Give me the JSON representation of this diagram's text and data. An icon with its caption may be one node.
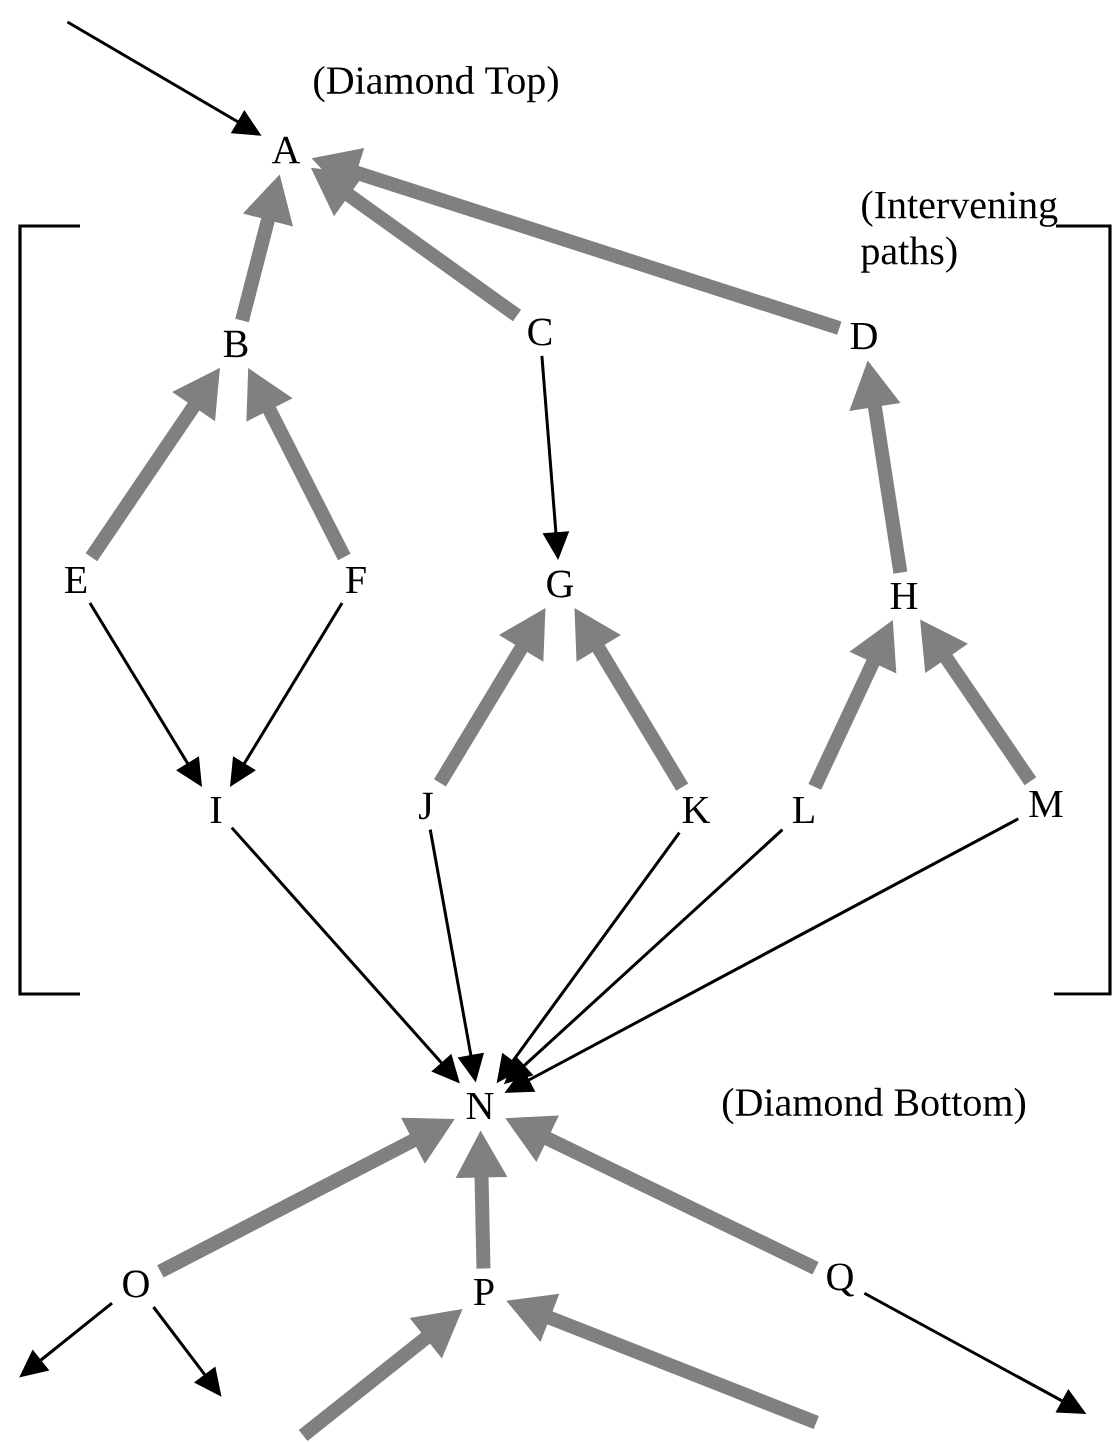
{
  "diagram": {
    "nodes": [
      {
        "text": [
          "A"
        ]
      },
      {
        "text": [
          "B"
        ]
      },
      {
        "text": [
          "C"
        ]
      },
      {
        "text": [
          "D"
        ]
      },
      {
        "text": [
          "E"
        ]
      },
      {
        "text": [
          "F"
        ]
      },
      {
        "text": [
          "G"
        ]
      },
      {
        "text": [
          "H"
        ]
      },
      {
        "text": [
          "I"
        ]
      },
      {
        "text": [
          "J"
        ]
      },
      {
        "text": [
          "K"
        ]
      },
      {
        "text": [
          "L"
        ]
      },
      {
        "text": [
          "M"
        ]
      },
      {
        "text": [
          "N"
        ]
      },
      {
        "text": [
          "O"
        ]
      },
      {
        "text": [
          "P"
        ]
      },
      {
        "text": [
          "Q"
        ]
      }
    ],
    "edges": [
      {
        "from": null,
        "to": 0,
        "arrow": "to",
        "color": "#000000"
      },
      {
        "from": 1,
        "to": 0,
        "arrow": "to"
      },
      {
        "from": 2,
        "to": 0,
        "arrow": "to"
      },
      {
        "from": 3,
        "to": 0,
        "arrow": "to"
      },
      {
        "from": 2,
        "to": 6,
        "arrow": "to",
        "color": "#000000"
      },
      {
        "from": 4,
        "to": 1,
        "arrow": "to"
      },
      {
        "from": 5,
        "to": 1,
        "arrow": "to"
      },
      {
        "from": 7,
        "to": 3,
        "arrow": "to"
      },
      {
        "from": 4,
        "to": 8,
        "arrow": "to",
        "color": "#000000"
      },
      {
        "from": 5,
        "to": 8,
        "arrow": "to",
        "color": "#000000"
      },
      {
        "from": 9,
        "to": 6,
        "arrow": "to"
      },
      {
        "from": 10,
        "to": 6,
        "arrow": "to"
      },
      {
        "from": 11,
        "to": 7,
        "arrow": "to"
      },
      {
        "from": 12,
        "to": 7,
        "arrow": "to"
      },
      {
        "from": 8,
        "to": 13,
        "arrow": "to",
        "color": "#000000"
      },
      {
        "from": 9,
        "to": 13,
        "arrow": "to",
        "color": "#000000"
      },
      {
        "from": 10,
        "to": 13,
        "arrow": "to",
        "color": "#000000"
      },
      {
        "from": 11,
        "to": 13,
        "arrow": "to",
        "color": "#000000"
      },
      {
        "from": 12,
        "to": 13,
        "arrow": "to",
        "color": "#000000"
      },
      {
        "from": 14,
        "to": 13,
        "arrow": "to"
      },
      {
        "from": 15,
        "to": 13,
        "arrow": "to"
      },
      {
        "from": 16,
        "to": 13,
        "arrow": "to"
      },
      {
        "from": 14,
        "to": null,
        "arrow": "to",
        "color": "#000000"
      },
      {
        "from": 14,
        "to": null,
        "arrow": "to",
        "color": "#000000"
      },
      {
        "from": null,
        "to": 15,
        "arrow": "to"
      },
      {
        "from": null,
        "to": 15,
        "arrow": "to"
      },
      {
        "from": 16,
        "to": null,
        "arrow": "to",
        "color": "#000000"
      }
    ],
    "labels": [
      "(Diamond Top)",
      "(Intervening paths)",
      "(Diamond Bottom)"
    ]
  }
}
